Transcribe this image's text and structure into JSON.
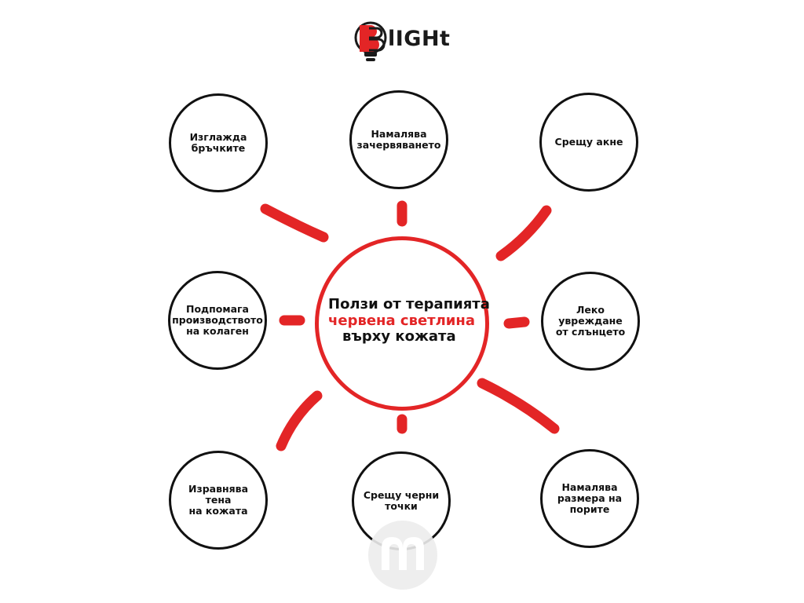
{
  "logo": {
    "text": "lIGHt",
    "brand_colors": {
      "red": "#e32526",
      "dark": "#1a1a1a"
    }
  },
  "center": {
    "line1": "Ползи от терапията",
    "line2": "червена светлина",
    "line3": "върху кожата",
    "accent_color": "#e32526"
  },
  "benefits": [
    "Изглажда\nбръчките",
    "Намалява\nзачервяването",
    "Срещу акне",
    "Подпомага\nпроизводството\nна колаген",
    "Леко увреждане\nот слънцето",
    "Изравнява тена\nна кожата",
    "Срещу черни\nточки",
    "Намалява\nразмера на\nпорите"
  ]
}
